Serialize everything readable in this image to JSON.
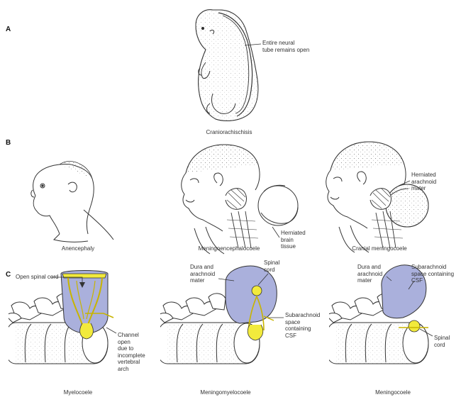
{
  "panels": {
    "a": {
      "letter": "A",
      "caption": "Craniorachischisis",
      "labels": {
        "open_tube": "Entire neural\ntube remains open"
      }
    },
    "b": {
      "letter": "B",
      "captions": {
        "anencephaly": "Anencephaly",
        "meningoencephalocoele": "Meningoencephalocoele",
        "cranial_meningocoele": "Cranial meningocoele"
      },
      "labels": {
        "herniated_brain": "Herniated\nbrain\ntissue",
        "herniated_arachnoid": "Herniated\narachnoid\nmater"
      }
    },
    "c": {
      "letter": "C",
      "captions": {
        "myelocoele": "Myelocoele",
        "meningomyelocoele": "Meningomyelocoele",
        "meningocoele": "Meningocoele"
      },
      "labels": {
        "open_spinal_cord": "Open spinal cord",
        "channel": "Channel\nopen\ndue to\nincomplete\nvertebral\narch",
        "dura_1": "Dura and\narachnoid\nmater",
        "spinal_cord_1": "Spinal\ncord",
        "subarachnoid_1": "Subarachnoid\nspace\ncontaining\nCSF",
        "dura_2": "Dura and\narachnoid\nmater",
        "subarachnoid_2": "Subarachnoid\nspace containing\nCSF",
        "spinal_cord_2": "Spinal\ncord"
      }
    }
  },
  "colors": {
    "meninges": "#aab0dc",
    "cord": "#f2ea3c",
    "line": "#333333"
  }
}
